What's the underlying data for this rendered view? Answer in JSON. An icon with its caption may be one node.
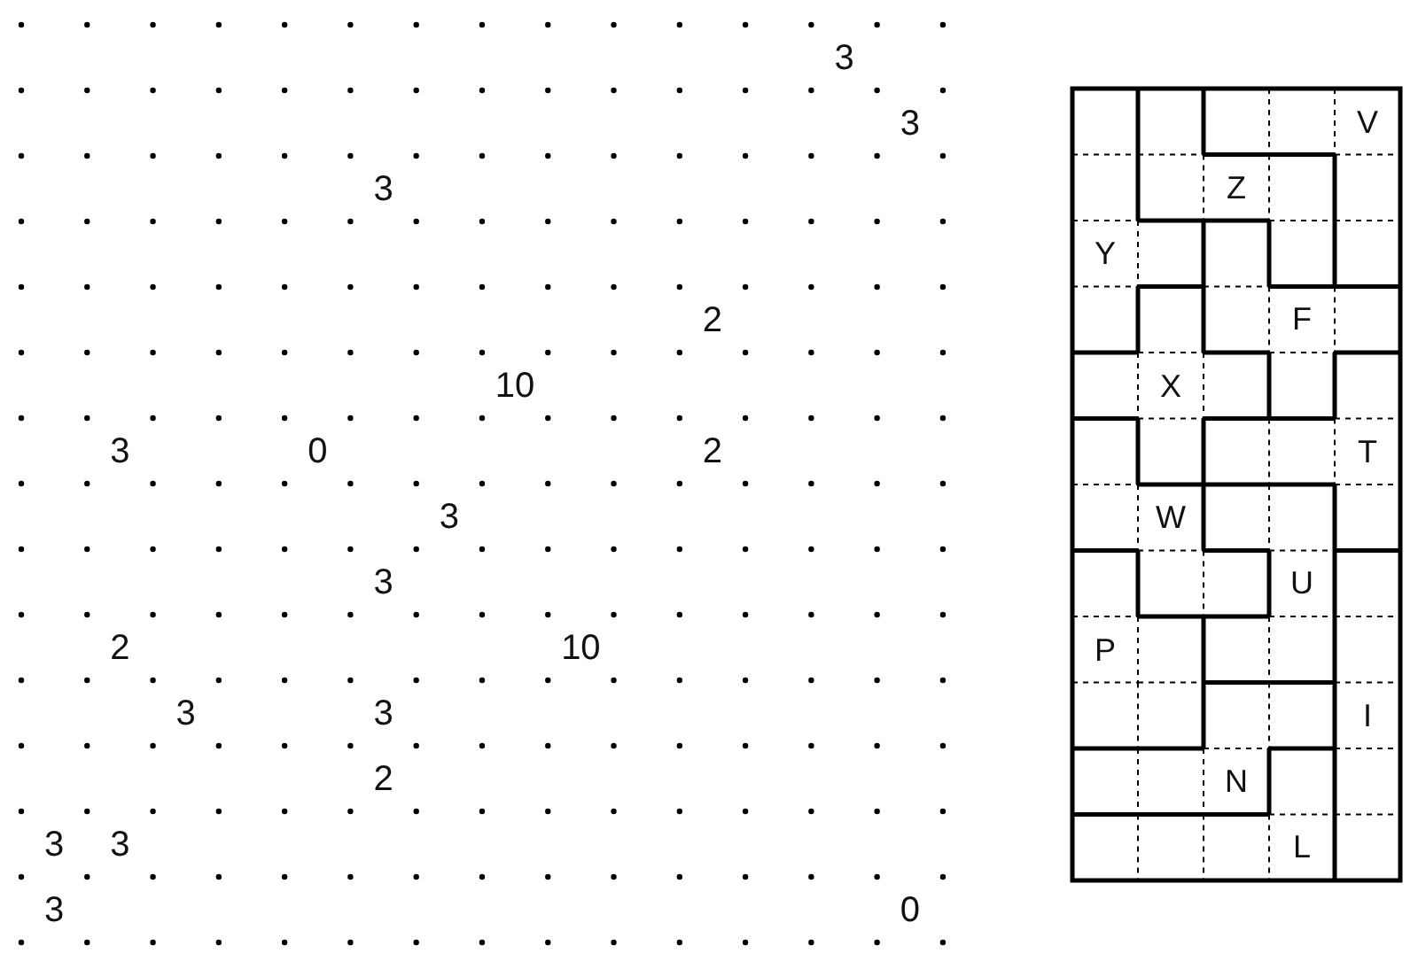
{
  "diagram": {
    "labels": [
      "3",
      "3",
      "3",
      "2",
      "10",
      "3",
      "0",
      "2",
      "3",
      "3",
      "2",
      "10",
      "3",
      "3",
      "2",
      "3",
      "3",
      "3",
      "0",
      "V",
      "Z",
      "Y",
      "F",
      "X",
      "T",
      "W",
      "U",
      "P",
      "I",
      "N",
      "L"
    ]
  }
}
